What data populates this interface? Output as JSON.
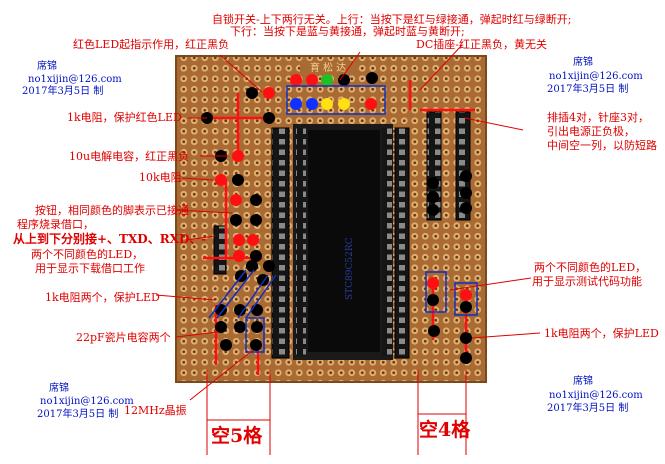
{
  "labels": {
    "switch_line1": "自锁开关-上下两行无关。上行：当按下是红与绿接通，弹起时红与绿断开;",
    "switch_line2": "下行：当按下是蓝与黄接通，弹起时蓝与黄断开;",
    "red_led": "红色LED起指示作用，红正黑负",
    "dc_socket": "DC插座-红正黑负，黄无关",
    "r_protect": "1k电阻，保护红色LED",
    "cap_10u": "10u电解电容，红正黑负",
    "r_10k": "10k电阻",
    "button_line1": "按钮，相同颜色的脚表示已接通",
    "button_line2": "程序烧录借口，",
    "prog_pins": "从上到下分别接+、TXD、RXD、-",
    "dl_led_line1": "两个不同颜色的LED，",
    "dl_led_line2": "用于显示下载借口工作",
    "r_two_left": "1k电阻两个，保护LED",
    "cap_22p": "22pF瓷片电容两个",
    "crystal": "12MHz晶振",
    "header_line1": "排插4对，针座3对，",
    "header_line2": "引出电源正负极，",
    "header_line3": "中间空一列，以防短路",
    "test_led_line1": "两个不同颜色的LED，",
    "test_led_line2": "用于显示测试代码功能",
    "r_two_right": "1k电阻两个，保护LED",
    "gap5": "空5格",
    "gap4": "空4格"
  },
  "signature": {
    "name": "席锦",
    "email": "no1xijin@126.com",
    "date": "2017年3月5日  制"
  },
  "board_logo": "育 松 达",
  "chip_text": "STC89C52RC",
  "colors": {
    "board": "#a96a34",
    "pad": "#e0b070",
    "annotation": "#e00000",
    "signature": "#0010c0",
    "wire_red": "#ff1010",
    "wire_black": "#000000",
    "wire_green": "#20c020",
    "wire_blue": "#1030ff",
    "wire_yellow": "#ffe010"
  }
}
